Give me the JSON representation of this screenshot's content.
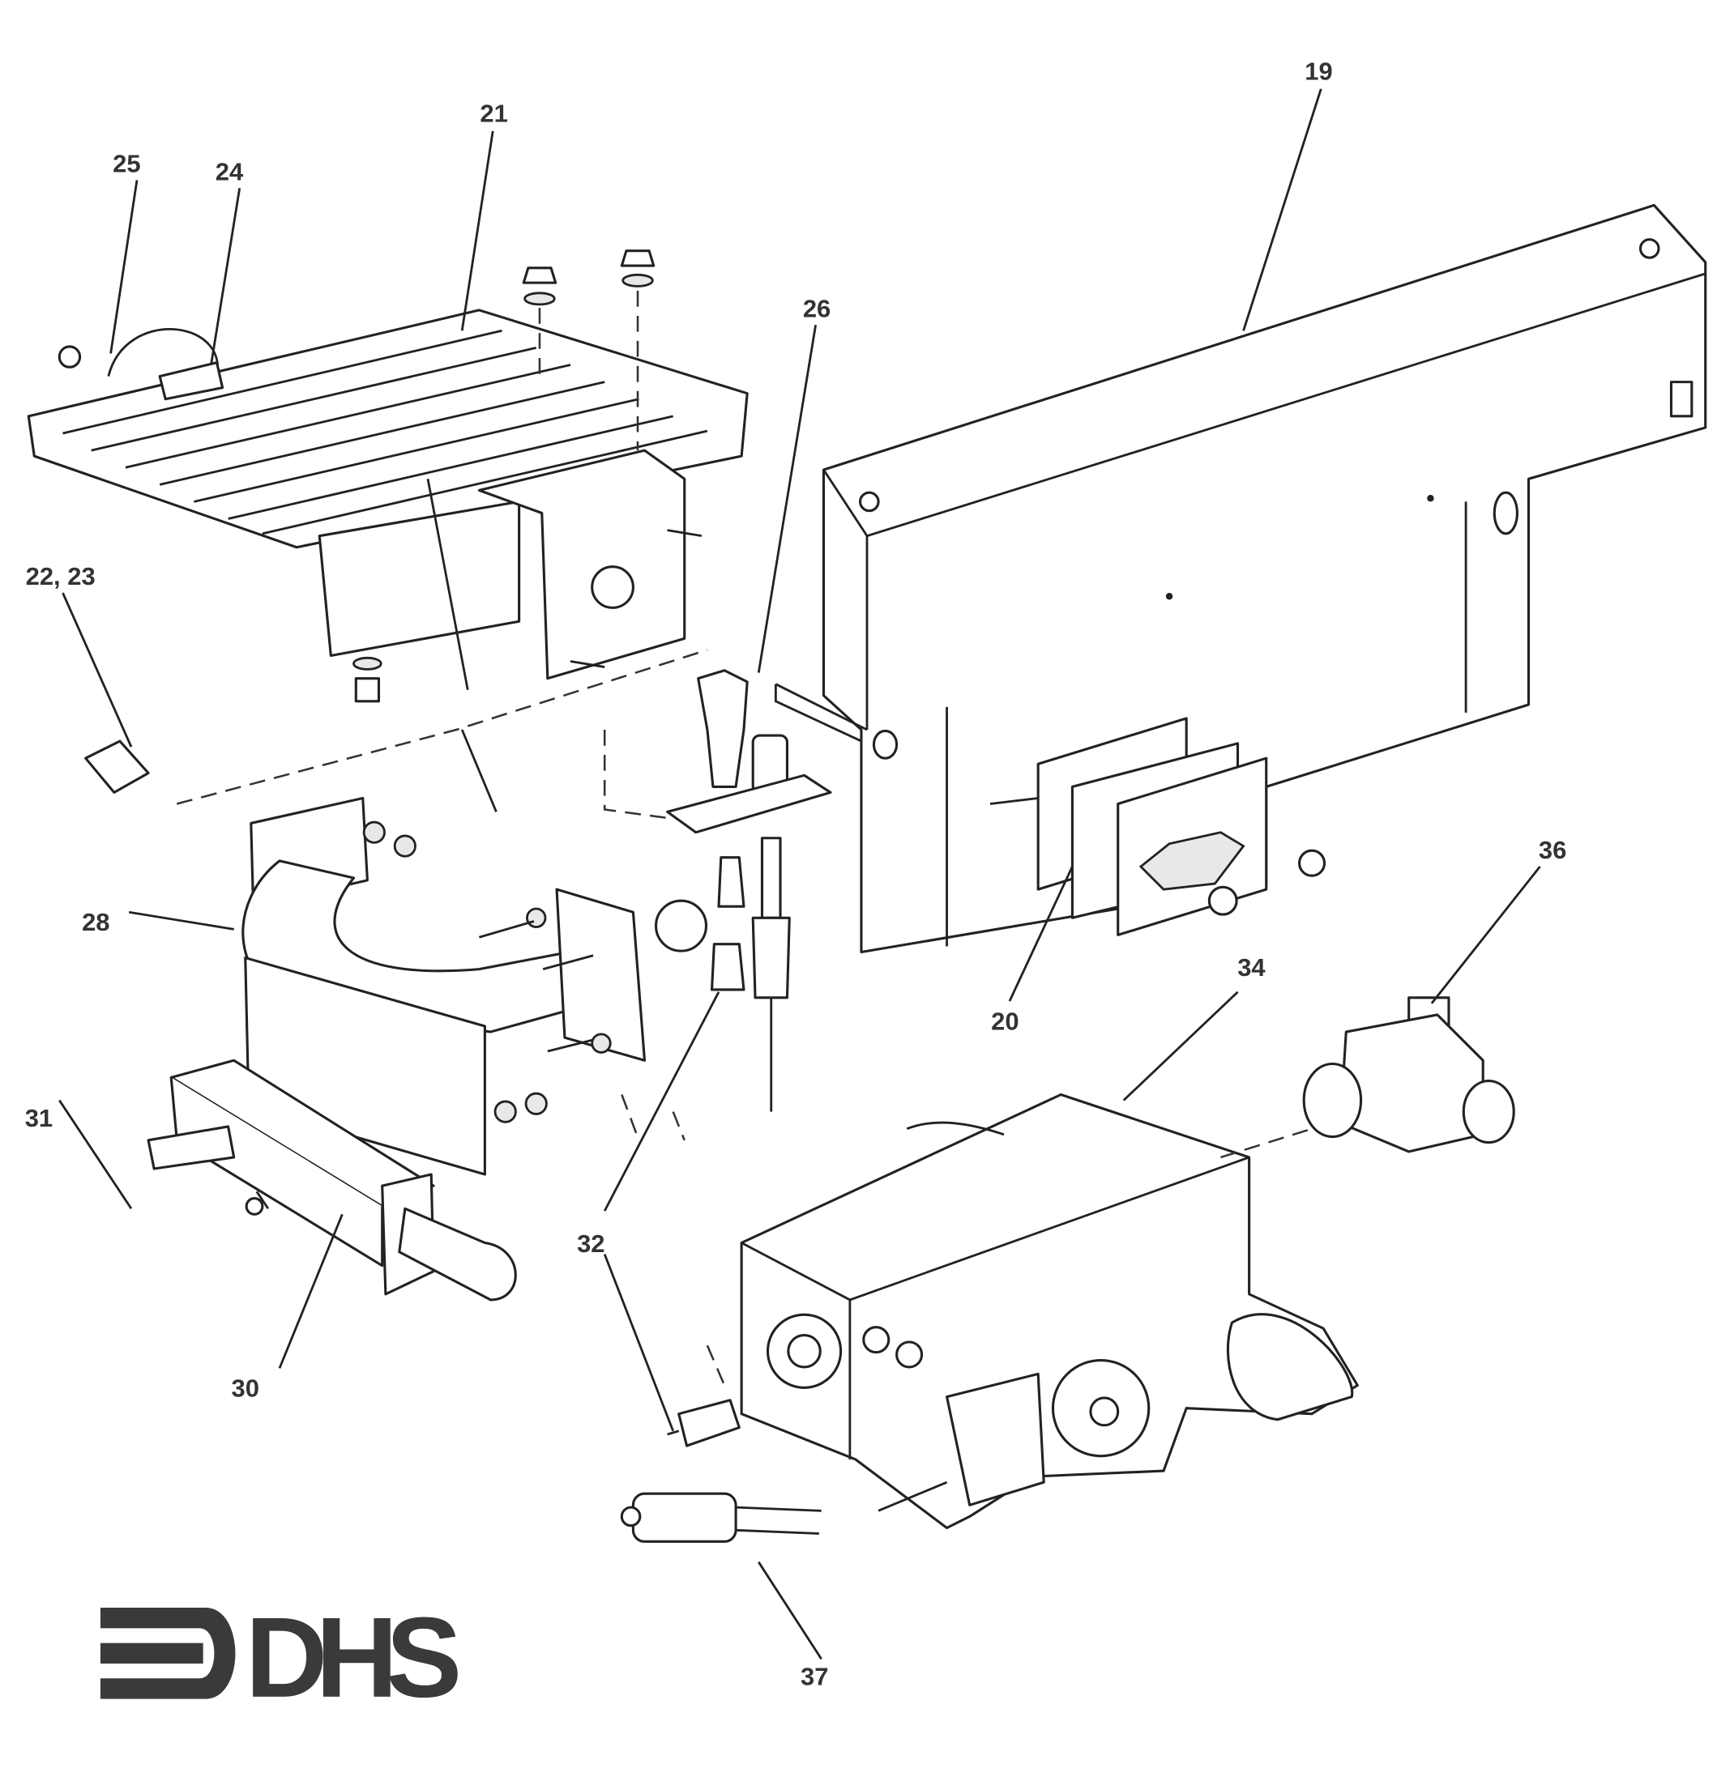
{
  "title": "Gas burner and control assembly exploded parts diagram",
  "callouts": [
    {
      "id": "19",
      "label": "19"
    },
    {
      "id": "20",
      "label": "20"
    },
    {
      "id": "21",
      "label": "21"
    },
    {
      "id": "22-23",
      "label": "22, 23"
    },
    {
      "id": "24",
      "label": "24"
    },
    {
      "id": "25",
      "label": "25"
    },
    {
      "id": "26",
      "label": "26"
    },
    {
      "id": "28",
      "label": "28"
    },
    {
      "id": "30",
      "label": "30"
    },
    {
      "id": "31",
      "label": "31"
    },
    {
      "id": "32a",
      "label": "32"
    },
    {
      "id": "32b",
      "label": "32"
    },
    {
      "id": "34",
      "label": "34"
    },
    {
      "id": "36",
      "label": "36"
    },
    {
      "id": "37",
      "label": "37"
    }
  ],
  "logo": {
    "text": "DHS"
  }
}
